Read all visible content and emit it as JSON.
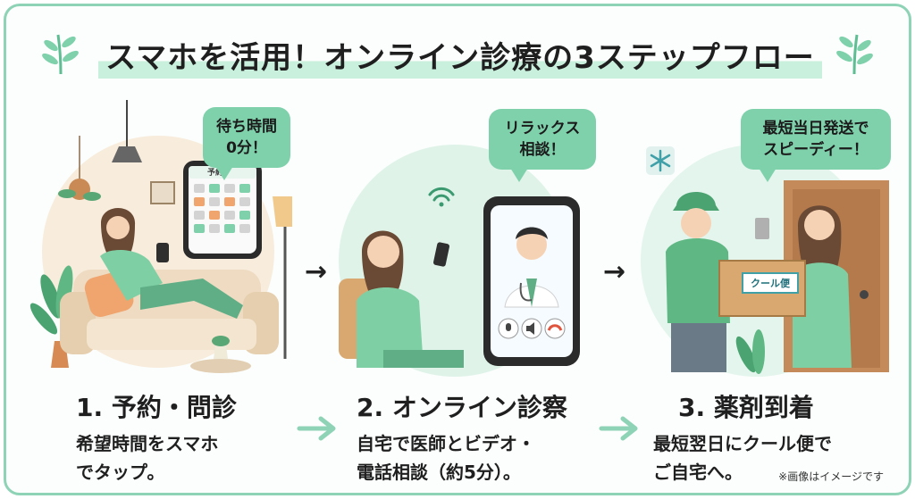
{
  "title": "スマホを活用！オンライン診療の3ステップフロー",
  "steps": [
    {
      "bubble_lines": [
        "待ち時間",
        "0分！"
      ],
      "phone_header": "予約",
      "title": "1. 予約・問診",
      "desc_lines": [
        "希望時間をスマホ",
        "でタップ。"
      ]
    },
    {
      "bubble_lines": [
        "リラックス",
        "相談！"
      ],
      "title": "2. オンライン診察",
      "desc_lines": [
        "自宅で医師とビデオ・",
        "電話相談（約5分）。"
      ]
    },
    {
      "bubble_lines": [
        "最短当日発送で",
        "スピーディー！"
      ],
      "box_label": "クール便",
      "title": "3. 薬剤到着",
      "desc_lines": [
        "最短翌日にクール便で",
        "ご自宅へ。"
      ]
    }
  ],
  "arrow_symbol": "→",
  "note": "※画像はイメージです",
  "colors": {
    "accent": "#7fd1ac",
    "accent_dark": "#3c9a70",
    "border": "#8fd3b7",
    "highlight": "#c9efdd"
  }
}
